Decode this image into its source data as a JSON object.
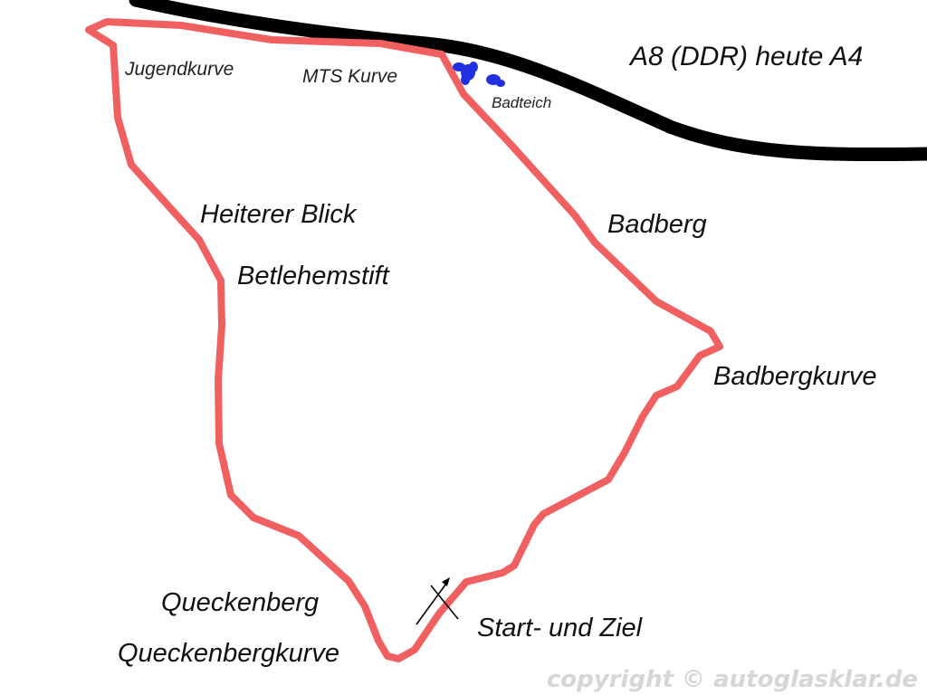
{
  "highway": {
    "label": "A8 (DDR) heute A4",
    "color": "#000000"
  },
  "track": {
    "color": "#f06060"
  },
  "pond": {
    "label": "Badteich",
    "color": "#2030e0"
  },
  "labels": {
    "jugendkurve": "Jugendkurve",
    "mts_kurve": "MTS Kurve",
    "heiterer_blick": "Heiterer Blick",
    "betlehemstift": "Betlehemstift",
    "badberg": "Badberg",
    "badbergkurve": "Badbergkurve",
    "queckenberg": "Queckenberg",
    "queckenbergkurve": "Queckenbergkurve",
    "start_ziel": "Start- und Ziel"
  },
  "copyright": "copyright © autoglasklar.de",
  "icons": {
    "start_finish_marker": "start-finish-cross-icon",
    "direction": "direction-arrow-icon"
  }
}
